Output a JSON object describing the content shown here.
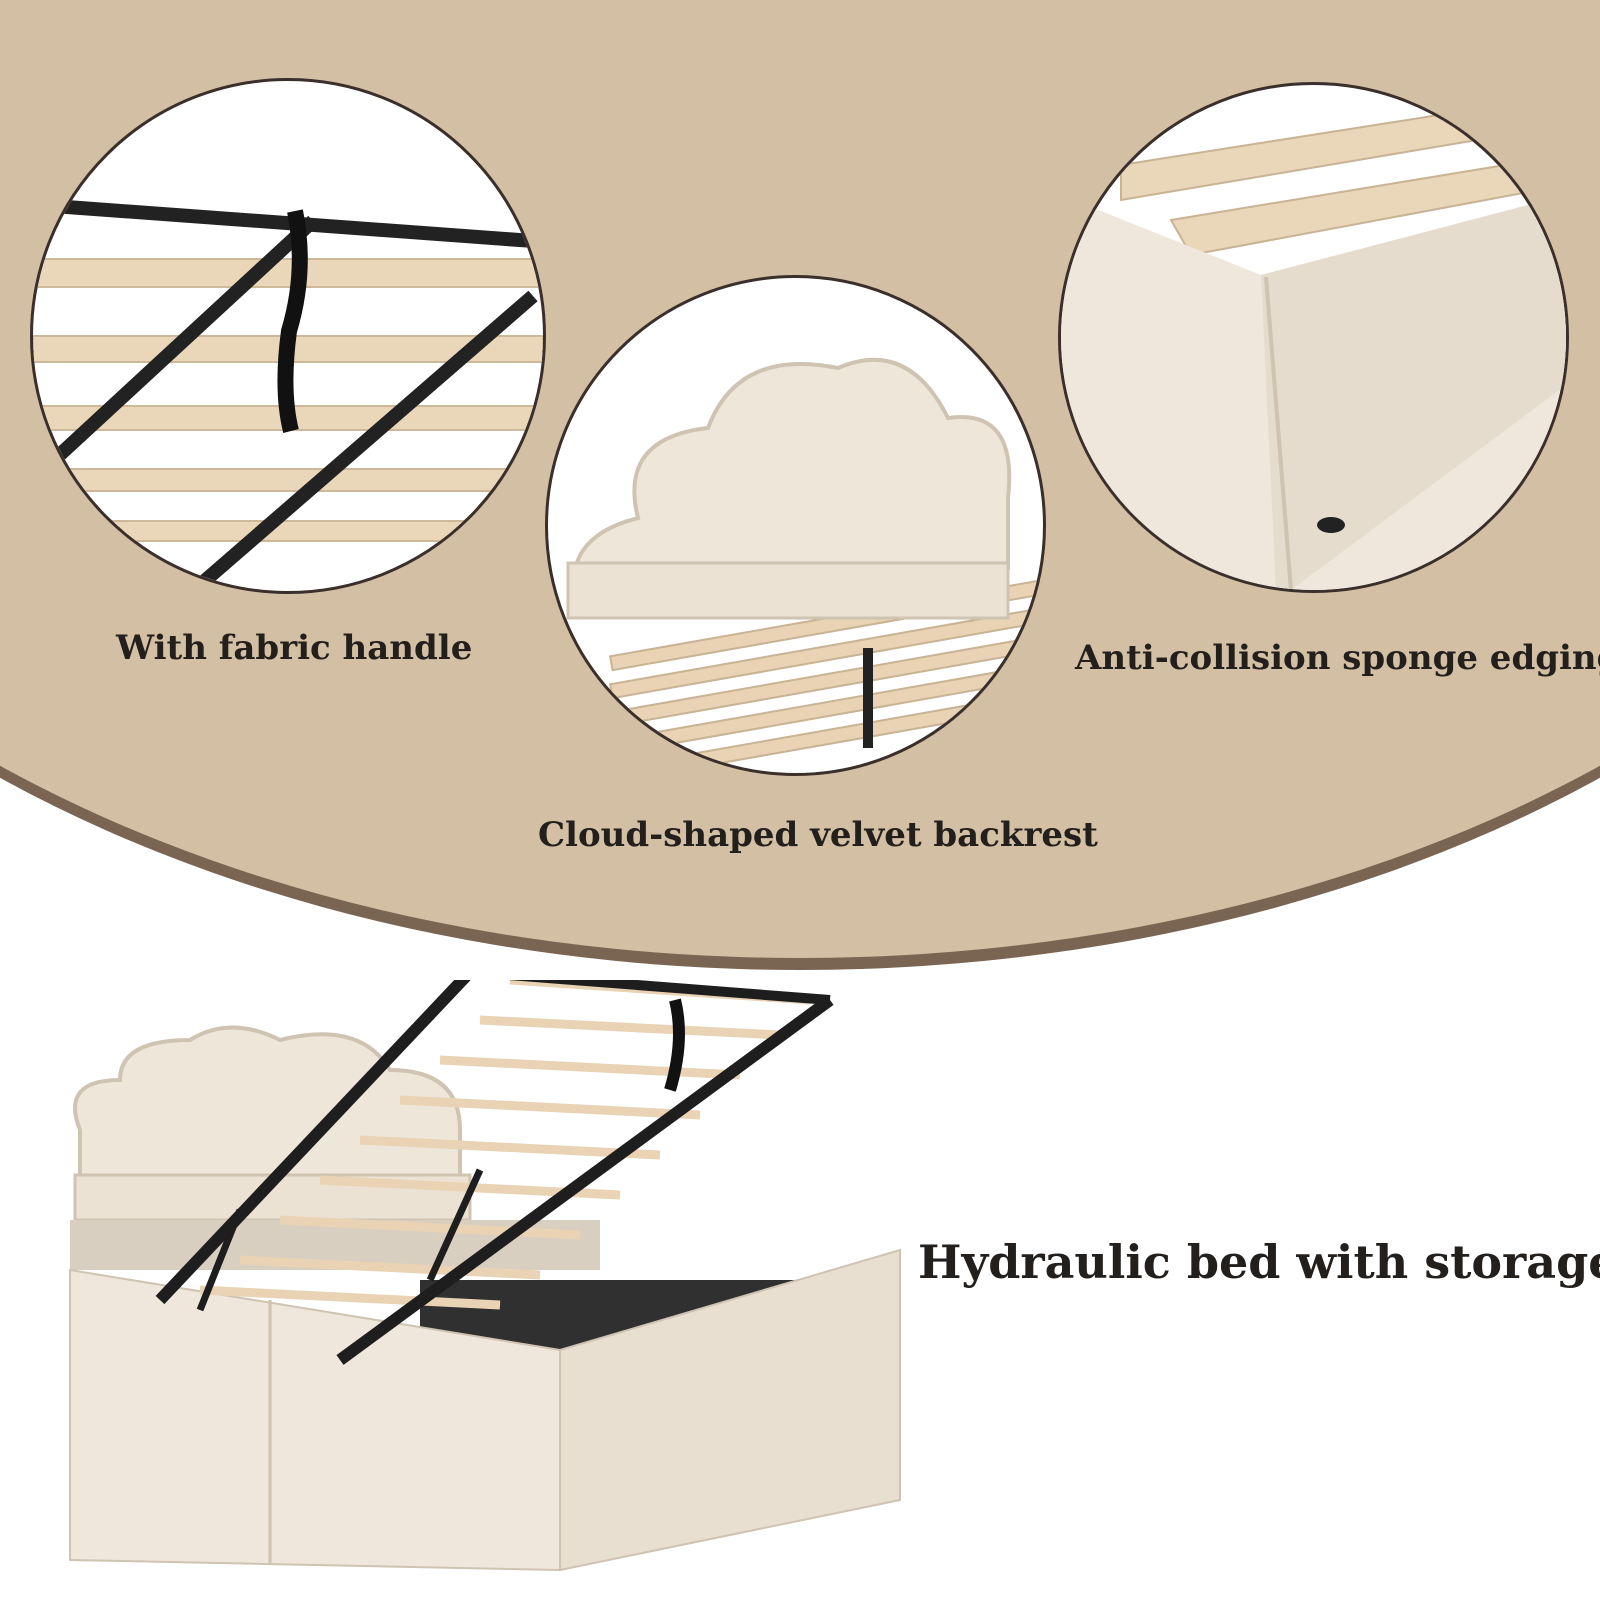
{
  "features": [
    {
      "label": "With fabric handle"
    },
    {
      "label": "Cloud-shaped velvet backrest"
    },
    {
      "label": "Anti-collision sponge edging"
    }
  ],
  "main_caption": "Hydraulic bed with storage",
  "colors": {
    "background_band": "#d3bfa3",
    "band_edge": "#7a6553",
    "fabric": "#efe6da",
    "slat": "#e9d3b4",
    "metal": "#1f1f1f"
  }
}
